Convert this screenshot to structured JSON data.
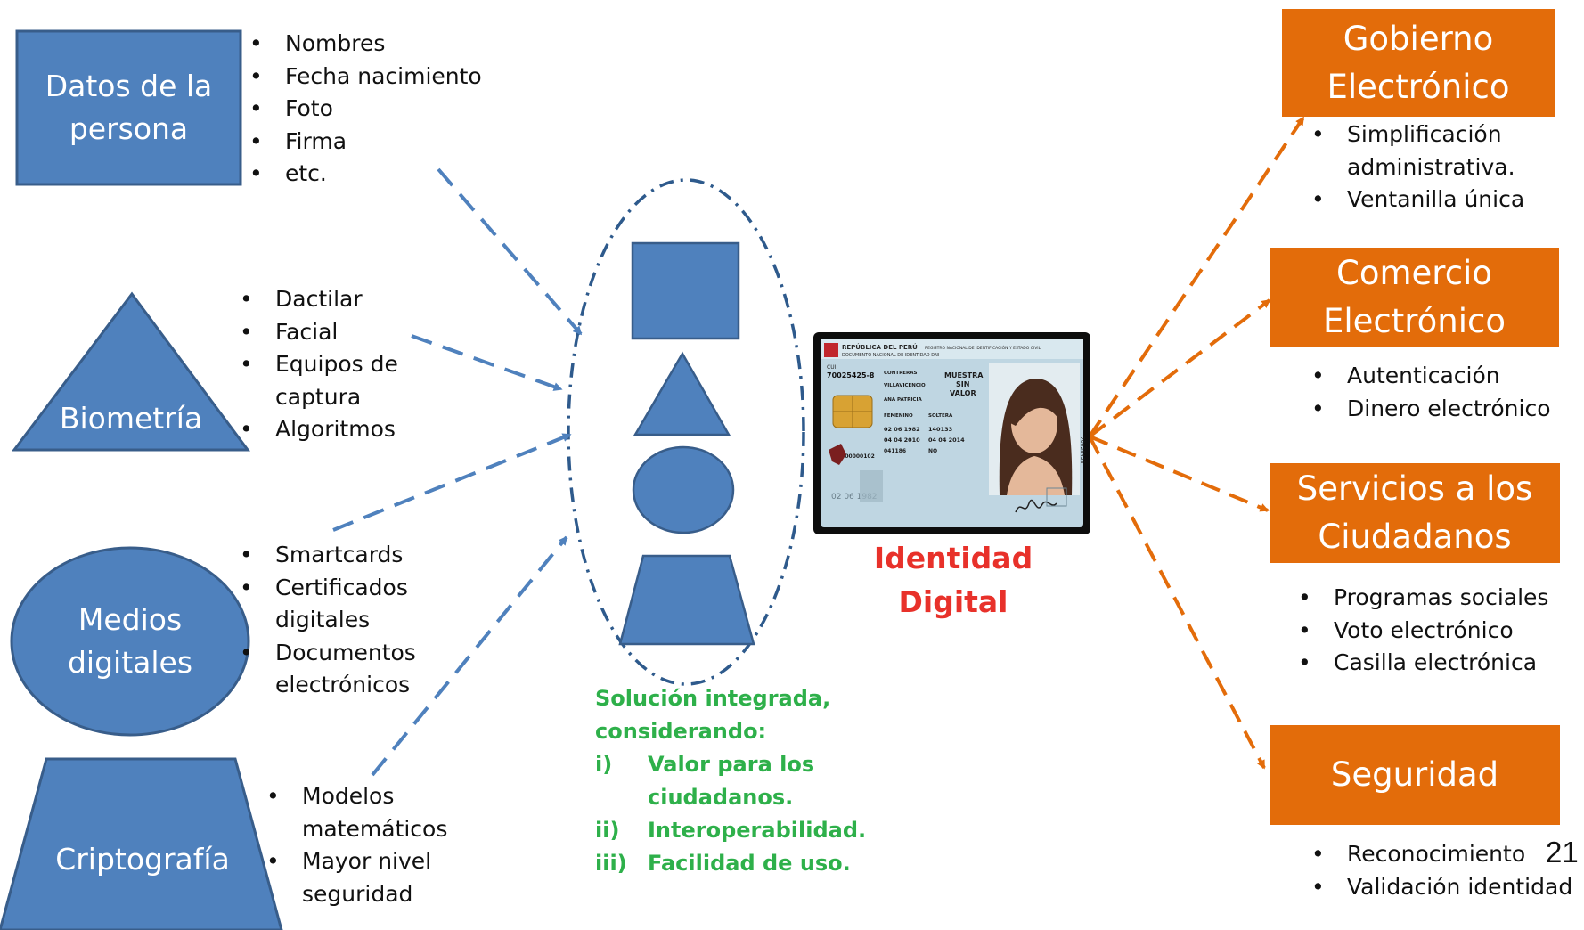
{
  "left_nodes": [
    {
      "id": "datos",
      "label": "Datos de la\npersona",
      "bullets": [
        "Nombres",
        "Fecha nacimiento",
        "Foto",
        "Firma",
        "etc."
      ]
    },
    {
      "id": "biometria",
      "label": "Biometría",
      "bullets": [
        "Dactilar",
        "Facial",
        "Equipos de",
        "captura",
        "Algoritmos"
      ]
    },
    {
      "id": "medios",
      "label": "Medios\ndigitales",
      "bullets": [
        "Smartcards",
        "Certificados",
        "digitales",
        "Documentos",
        "electrónicos"
      ]
    },
    {
      "id": "cripto",
      "label": "Criptografía",
      "bullets": [
        "Modelos",
        "matemáticos",
        "Mayor nivel",
        "seguridad"
      ]
    }
  ],
  "solution": {
    "title_line1": "Solución integrada,",
    "title_line2": "considerando:",
    "items": [
      {
        "num": "i)",
        "line1": "Valor para los",
        "line2": "ciudadanos."
      },
      {
        "num": "ii)",
        "line1": "Interoperabilidad.",
        "line2": ""
      },
      {
        "num": "iii)",
        "line1": "Facilidad de uso.",
        "line2": ""
      }
    ]
  },
  "id_card": {
    "header_left": "REPÚBLICA DEL PERÚ",
    "header_sub": "DOCUMENTO NACIONAL DE IDENTIDAD DNI",
    "header_right": "REGISTRO NACIONAL DE IDENTIFICACIÓN Y ESTADO CIVIL",
    "cui": "CUI",
    "number": "70025425-8",
    "muestra": "MUESTRA",
    "sin": "SIN",
    "valor": "VALOR",
    "field_primer": "CONTRERAS",
    "field_segundo": "VILLAVICENCIO",
    "field_nombres": "ANA PATRICIA",
    "field_sexo": "FEMENINO",
    "field_estado": "SOLTERA",
    "field_fecha_nac": "02 06 1982",
    "field_ubigeo": "140133",
    "field_fecha_insc": "04 04 2010",
    "field_fecha_emis": "04 04 2014",
    "field_code": "041186",
    "field_donacion": "NO",
    "barcode_num": "0000000102",
    "ghost_date": "02 06 1982",
    "side_num": "70025425"
  },
  "id_label_line1": "Identidad",
  "id_label_line2": "Digital",
  "right_nodes": [
    {
      "id": "gobierno",
      "label": "Gobierno\nElectrónico",
      "bullets": [
        "Simplificación",
        "administrativa.",
        "Ventanilla única"
      ]
    },
    {
      "id": "comercio",
      "label": "Comercio\nElectrónico",
      "bullets": [
        "Autenticación",
        "Dinero electrónico"
      ]
    },
    {
      "id": "servicios",
      "label": "Servicios a los\nCiudadanos",
      "bullets": [
        "Programas sociales",
        "Voto electrónico",
        "Casilla electrónica"
      ]
    },
    {
      "id": "seguridad",
      "label": "Seguridad",
      "bullets": [
        "Reconocimiento",
        "Validación identidad"
      ]
    }
  ],
  "page_number": "21",
  "colors": {
    "blue": "#4F81BD",
    "blue_border": "#385D8A",
    "orange": "#E36C0A",
    "green": "#2EB04A",
    "red": "#E8312A"
  }
}
